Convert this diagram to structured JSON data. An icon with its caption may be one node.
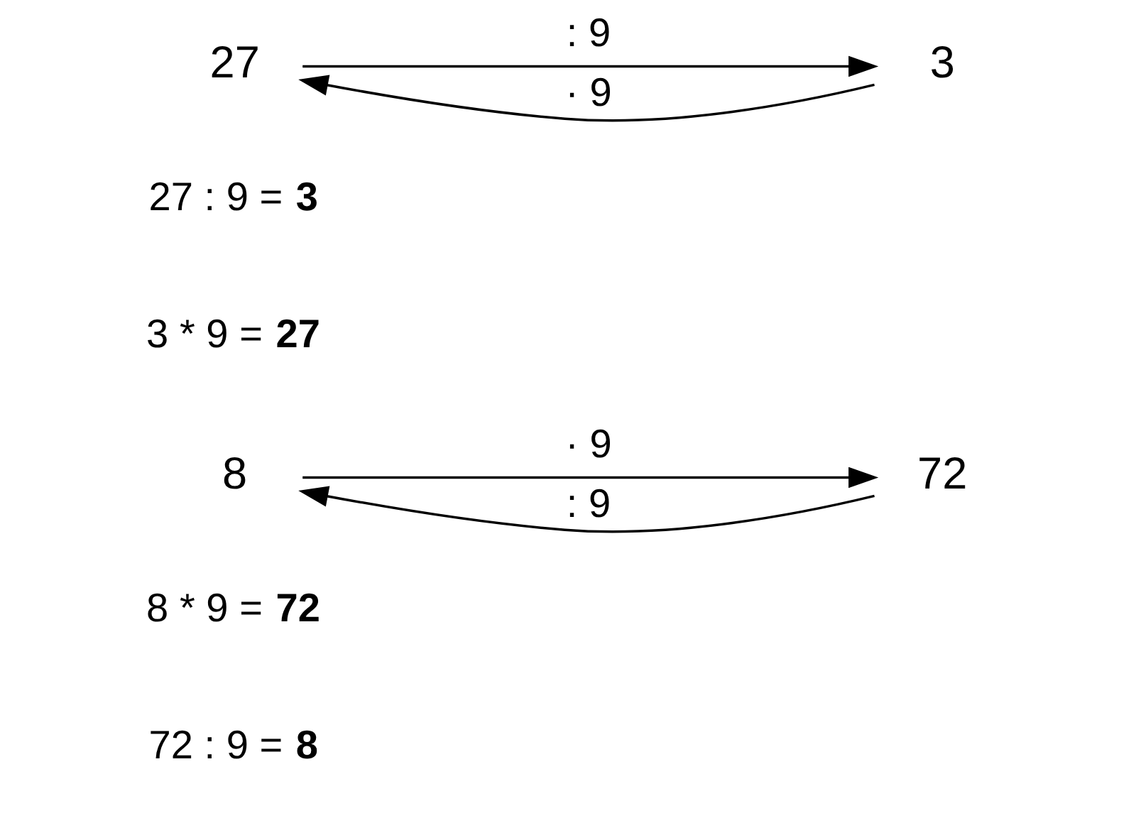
{
  "diagram": {
    "nodes": [
      {
        "text": [
          "27"
        ]
      },
      {
        "text": [
          "3"
        ]
      },
      {
        "text": [
          "8"
        ]
      },
      {
        "text": [
          "72"
        ]
      }
    ],
    "edges": [
      {
        "from": 0,
        "to": 1,
        "arrow": "to",
        "label": ": 9"
      },
      {
        "from": 1,
        "to": 0,
        "arrow": "to",
        "label": "· 9"
      },
      {
        "from": 2,
        "to": 3,
        "arrow": "to",
        "label": "· 9"
      },
      {
        "from": 3,
        "to": 2,
        "arrow": "to",
        "label": ": 9"
      }
    ],
    "labels": [
      "27 : 9 = **3**",
      "3 * 9 = **27**",
      "8 * 9 = **72**",
      "72 : 9 = **8**"
    ]
  }
}
